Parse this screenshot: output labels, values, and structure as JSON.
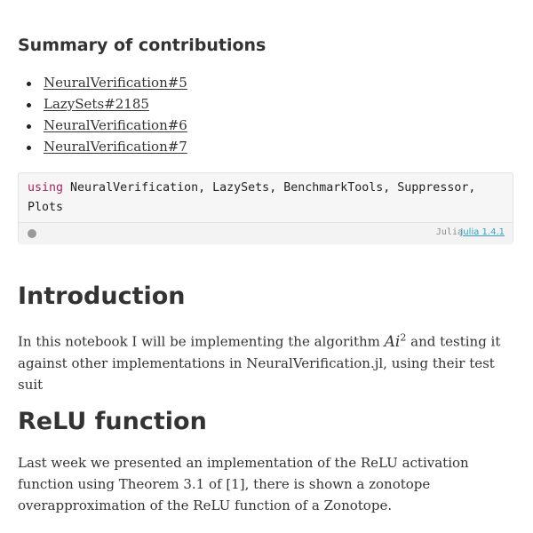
{
  "summary": {
    "title": "Summary of contributions",
    "items": [
      {
        "label": "NeuralVerification#5"
      },
      {
        "label": "LazySets#2185"
      },
      {
        "label": "NeuralVerification#6"
      },
      {
        "label": "NeuralVerification#7"
      }
    ]
  },
  "code_cell": {
    "keyword": "using",
    "code": " NeuralVerification, LazySets, BenchmarkTools, Suppressor, Plots",
    "language": "Julia",
    "version_label": "Julia 1.4.1"
  },
  "introduction": {
    "title": "Introduction",
    "text_before": "In this notebook I will be implementing the algorithm ",
    "math_base": "Ai",
    "math_sup": "2",
    "text_after": " and testing it against other implementations in NeuralVerification.jl, using their test suit"
  },
  "relu": {
    "title": "ReLU function",
    "text": "Last week we presented an implementation of the ReLU activation function using Theorem 3.1 of [1], there is shown a zonotope overapproximation of the ReLU function of a Zonotope."
  }
}
